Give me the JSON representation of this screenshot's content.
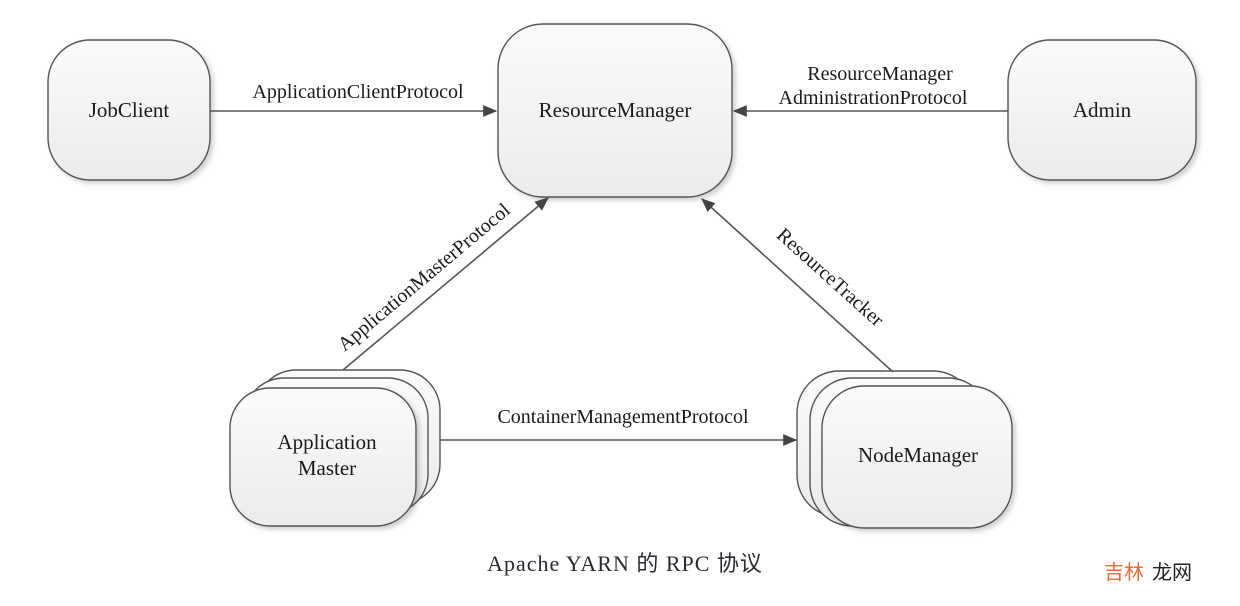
{
  "diagram": {
    "caption": "Apache YARN 的 RPC 协议",
    "watermark": {
      "part1": "吉林",
      "part2": "龙网",
      "part1_color": "#f06a2d",
      "part2_color": "#222222"
    },
    "nodes": {
      "job_client": {
        "label": "JobClient"
      },
      "resource_manager": {
        "label": "ResourceManager"
      },
      "admin": {
        "label": "Admin"
      },
      "application_master": {
        "label_line1": "Application",
        "label_line2": "Master",
        "stacked": true
      },
      "node_manager": {
        "label": "NodeManager",
        "stacked": true
      }
    },
    "edges": {
      "client_protocol": {
        "label": "ApplicationClientProtocol",
        "from": "JobClient",
        "to": "ResourceManager"
      },
      "admin_protocol": {
        "label_line1": "ResourceManager",
        "label_line2": "AdministrationProtocol",
        "from": "Admin",
        "to": "ResourceManager"
      },
      "am_protocol": {
        "label": "ApplicationMasterProtocol",
        "from": "ApplicationMaster",
        "to": "ResourceManager"
      },
      "resource_tracker": {
        "label": "ResourceTracker",
        "from": "NodeManager",
        "to": "ResourceManager"
      },
      "container_protocol": {
        "label": "ContainerManagementProtocol",
        "from": "ApplicationMaster",
        "to": "NodeManager"
      }
    }
  }
}
